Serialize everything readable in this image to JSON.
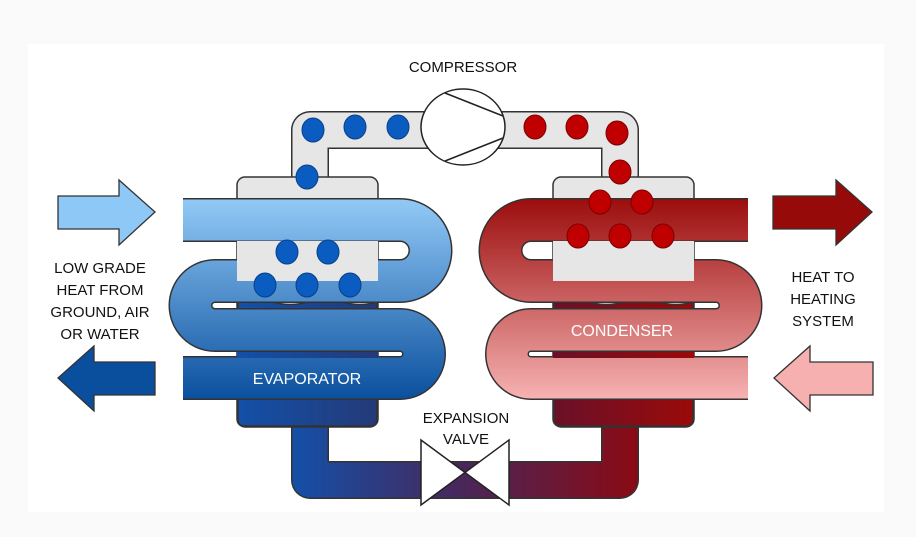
{
  "title": "Heat pump cycle",
  "labels": {
    "compressor": "COMPRESSOR",
    "evaporator": "EVAPORATOR",
    "condenser": "CONDENSER",
    "expansion_valve": [
      "EXPANSION",
      "VALVE"
    ],
    "source": [
      "LOW GRADE",
      "HEAT FROM",
      "GROUND, AIR",
      "OR WATER"
    ],
    "output": [
      "HEAT TO",
      "HEATING",
      "SYSTEM"
    ]
  },
  "colors": {
    "cold_light": "#8ec8f6",
    "cold_dark": "#0a4f9e",
    "hot_dark": "#960a0a",
    "hot_light": "#f6b0b0",
    "vapor_pipe": "#e6e6e6",
    "blue_dot": "#0a5cc0",
    "red_dot": "#c00000"
  }
}
